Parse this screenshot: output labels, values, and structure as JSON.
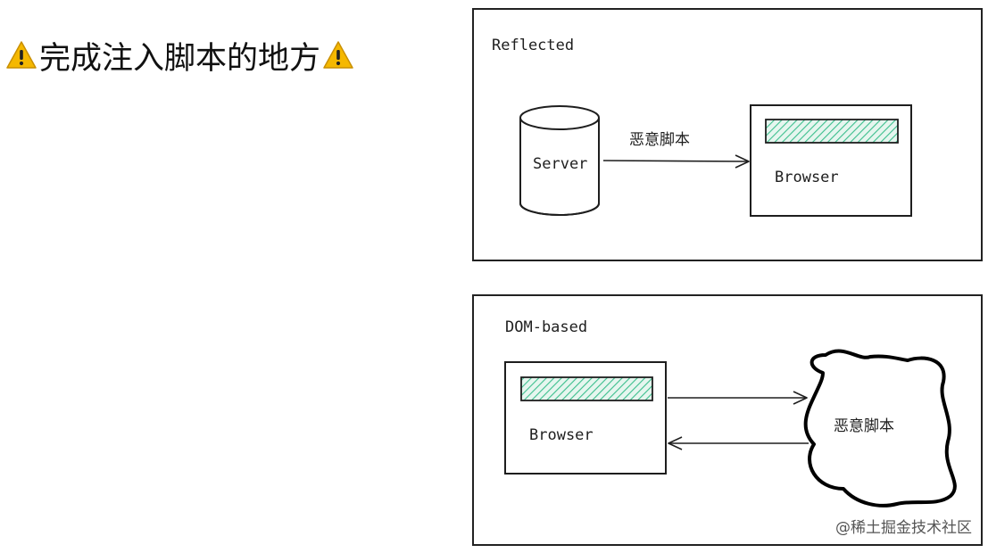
{
  "title": {
    "text": "完成注入脚本的地方",
    "icon": "warning-icon",
    "icon_color": "#f5b800"
  },
  "reflected": {
    "label": "Reflected",
    "server_label": "Server",
    "arrow_label": "恶意脚本",
    "browser_label": "Browser"
  },
  "dom_based": {
    "label": "DOM-based",
    "browser_label": "Browser",
    "cloud_label": "恶意脚本"
  },
  "colors": {
    "hatch": "#3dbf8e",
    "hatch_bg": "#e6f6ef",
    "stroke": "#1e1e1e"
  },
  "watermark": {
    "text": "@稀土掘金技术社区"
  }
}
